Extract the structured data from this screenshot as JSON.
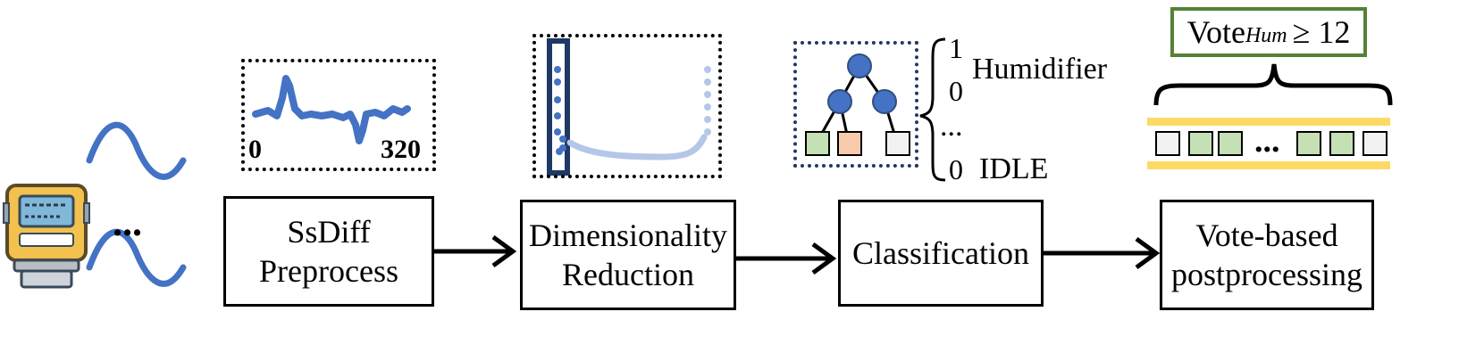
{
  "stages": {
    "preprocess": {
      "line1": "SsDiff",
      "line2": "Preprocess"
    },
    "reduction": {
      "line1": "Dimensionality",
      "line2": "Reduction"
    },
    "classification": {
      "line1": "Classification"
    },
    "postprocess": {
      "line1": "Vote-based",
      "line2": "postprocessing"
    }
  },
  "meter": {
    "ellipsis": "..."
  },
  "signal_plot": {
    "x_start": "0",
    "x_end": "320"
  },
  "classifier_output": {
    "humidifier_value": "1",
    "humidifier_label": "Humidifier",
    "second_value": "0",
    "ellipsis": "...",
    "idle_value": "0",
    "idle_label": "IDLE"
  },
  "vote": {
    "prefix": "Vote",
    "subscript": "Hum",
    "condition": "≥ 12",
    "ellipsis": "..."
  },
  "colors": {
    "signal_blue": "#4472c4",
    "light_blue": "#b4c7e7",
    "dark_navy": "#1f3864",
    "leaf_green": "#c5e0b4",
    "leaf_orange": "#f8cbad",
    "leaf_gray": "#f2f2f2",
    "vote_border_green": "#548235",
    "yellow_band": "#ffd966"
  }
}
